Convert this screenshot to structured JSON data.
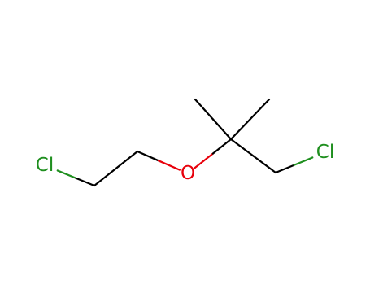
{
  "molecule": {
    "atoms": [
      {
        "id": "cl1",
        "label": "Cl",
        "color": "#1f8f1f"
      },
      {
        "id": "c1",
        "label": ""
      },
      {
        "id": "c2",
        "label": ""
      },
      {
        "id": "o1",
        "label": "O",
        "color": "#e8000b"
      },
      {
        "id": "c3",
        "label": ""
      },
      {
        "id": "c4",
        "label": ""
      },
      {
        "id": "c5",
        "label": ""
      },
      {
        "id": "c6",
        "label": ""
      },
      {
        "id": "cl2",
        "label": "Cl",
        "color": "#1f8f1f"
      }
    ],
    "bonds": [
      {
        "from": "cl1",
        "to": "c1",
        "order": 1
      },
      {
        "from": "c1",
        "to": "c2",
        "order": 1
      },
      {
        "from": "c2",
        "to": "o1",
        "order": 1
      },
      {
        "from": "o1",
        "to": "c3",
        "order": 1
      },
      {
        "from": "c3",
        "to": "c4",
        "order": 1
      },
      {
        "from": "c3",
        "to": "c5",
        "order": 1
      },
      {
        "from": "c3",
        "to": "c6",
        "order": 1
      },
      {
        "from": "c6",
        "to": "cl2",
        "order": 1
      }
    ],
    "bond_color": "#000000"
  }
}
